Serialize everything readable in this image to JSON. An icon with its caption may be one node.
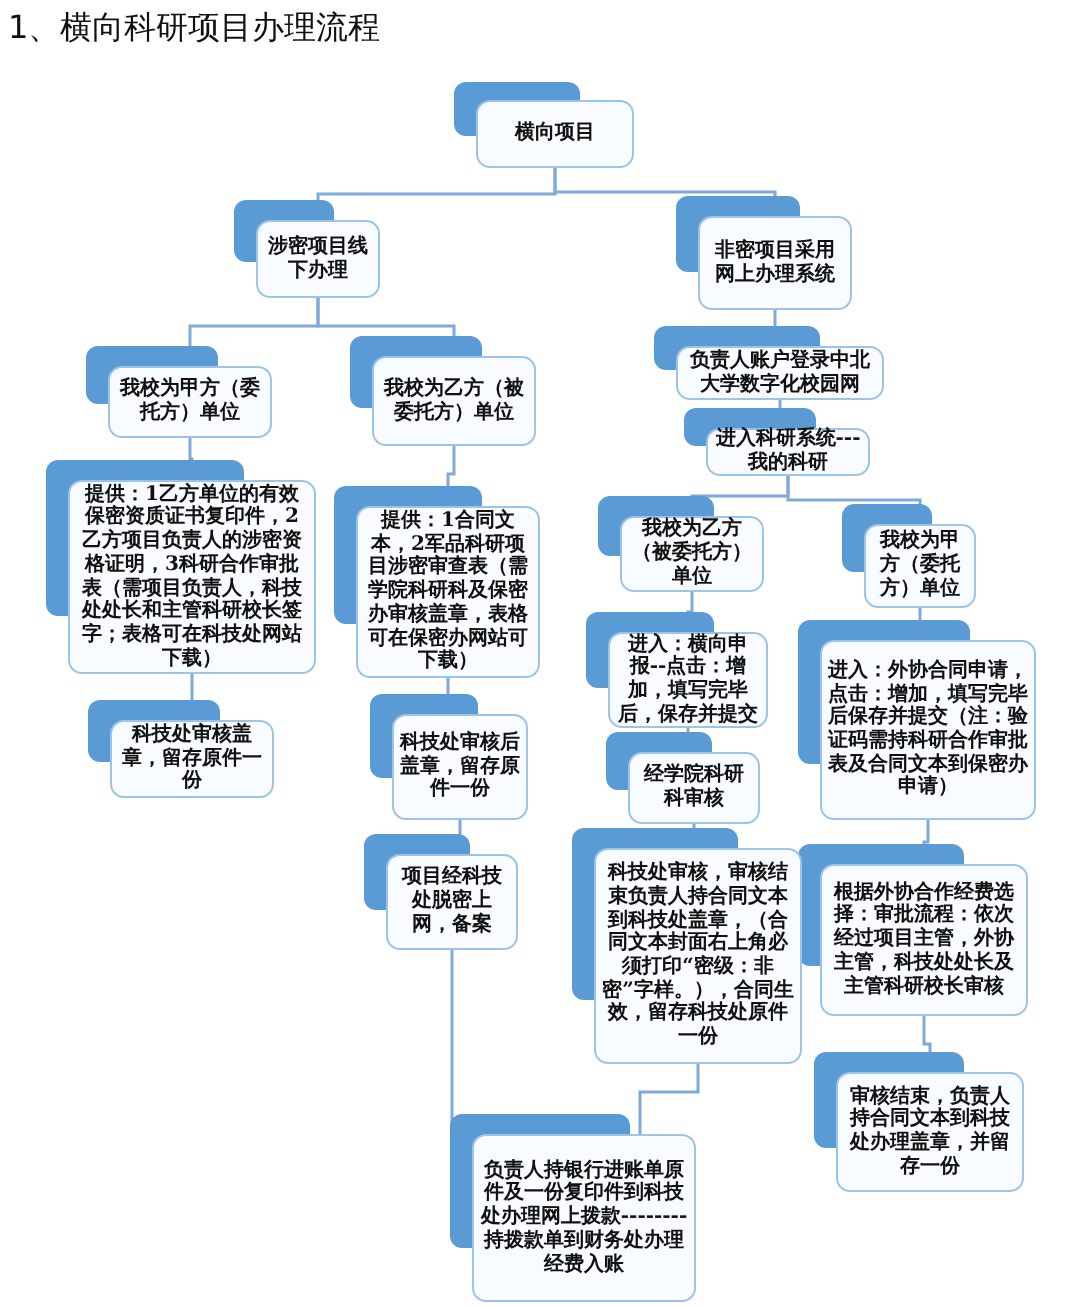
{
  "diagram": {
    "title": "1、横向科研项目办理流程",
    "nodes": [
      {
        "text": [
          "横向项目"
        ]
      },
      {
        "text": [
          "涉密项目线下办理"
        ]
      },
      {
        "text": [
          "非密项目采用网上办理系统"
        ]
      },
      {
        "text": [
          "我校为甲方（委托方）单位"
        ]
      },
      {
        "text": [
          "我校为乙方（被委托方）单位"
        ]
      },
      {
        "text": [
          "提供：1乙方单位的有效保密资质证书复印件，2乙方项目负责人的涉密资格证明，3科研合作审批表（需项目负责人，科技处处长和主管科研校长签字；表格可在科技处网站下载）"
        ]
      },
      {
        "text": [
          "提供：1合同文本，2军品科研项目涉密审查表（需学院科研科及保密办审核盖章，表格可在保密办网站可下载）"
        ]
      },
      {
        "text": [
          "科技处审核盖章，留存原件一份"
        ]
      },
      {
        "text": [
          "科技处审核后盖章，留存原件一份"
        ]
      },
      {
        "text": [
          "项目经科技处脱密上网，备案"
        ]
      },
      {
        "text": [
          "负责人持银行进账单原件及一份复印件到科技处办理网上拨款--------持拨款单到财务处办理经费入账"
        ]
      },
      {
        "text": [
          "负责人账户登录中北大学数字化校园网"
        ]
      },
      {
        "text": [
          "进入科研系统---我的科研"
        ]
      },
      {
        "text": [
          "我校为乙方（被委托方）单位"
        ]
      },
      {
        "text": [
          "我校为甲方（委托方）单位"
        ]
      },
      {
        "text": [
          "进入：横向申报--点击：增加，填写完毕后，保存并提交"
        ]
      },
      {
        "text": [
          "经学院科研科审核"
        ]
      },
      {
        "text": [
          "科技处审核，审核结束负责人持合同文本到科技处盖章，（合同文本封面右上角必须打印“密级：非密”字样。），合同生效，留存科技处原件一份"
        ]
      },
      {
        "text": [
          "进入：外协合同申请，点击：增加，填写完毕后保存并提交（注：验证码需持科研合作审批表及合同文本到保密办申请）"
        ]
      },
      {
        "text": [
          "根据外协合作经费选择：审批流程：依次经过项目主管，外协主管，科技处处长及主管科研校长审核"
        ]
      },
      {
        "text": [
          "审核结束，负责人持合同文本到科技处办理盖章，并留存一份"
        ]
      }
    ],
    "edges": [
      {
        "from": 0,
        "to": 1,
        "arrow": "none"
      },
      {
        "from": 0,
        "to": 2,
        "arrow": "none"
      },
      {
        "from": 1,
        "to": 3,
        "arrow": "none"
      },
      {
        "from": 1,
        "to": 4,
        "arrow": "none"
      },
      {
        "from": 3,
        "to": 5,
        "arrow": "none"
      },
      {
        "from": 5,
        "to": 7,
        "arrow": "none"
      },
      {
        "from": 4,
        "to": 6,
        "arrow": "none"
      },
      {
        "from": 6,
        "to": 8,
        "arrow": "none"
      },
      {
        "from": 8,
        "to": 9,
        "arrow": "none"
      },
      {
        "from": 9,
        "to": 10,
        "arrow": "none"
      },
      {
        "from": 2,
        "to": 11,
        "arrow": "none"
      },
      {
        "from": 11,
        "to": 12,
        "arrow": "none"
      },
      {
        "from": 12,
        "to": 13,
        "arrow": "none"
      },
      {
        "from": 12,
        "to": 14,
        "arrow": "none"
      },
      {
        "from": 13,
        "to": 15,
        "arrow": "none"
      },
      {
        "from": 15,
        "to": 16,
        "arrow": "none"
      },
      {
        "from": 16,
        "to": 17,
        "arrow": "none"
      },
      {
        "from": 17,
        "to": 10,
        "arrow": "none"
      },
      {
        "from": 14,
        "to": 18,
        "arrow": "none"
      },
      {
        "from": 18,
        "to": 19,
        "arrow": "none"
      },
      {
        "from": 19,
        "to": 20,
        "arrow": "none"
      }
    ]
  }
}
